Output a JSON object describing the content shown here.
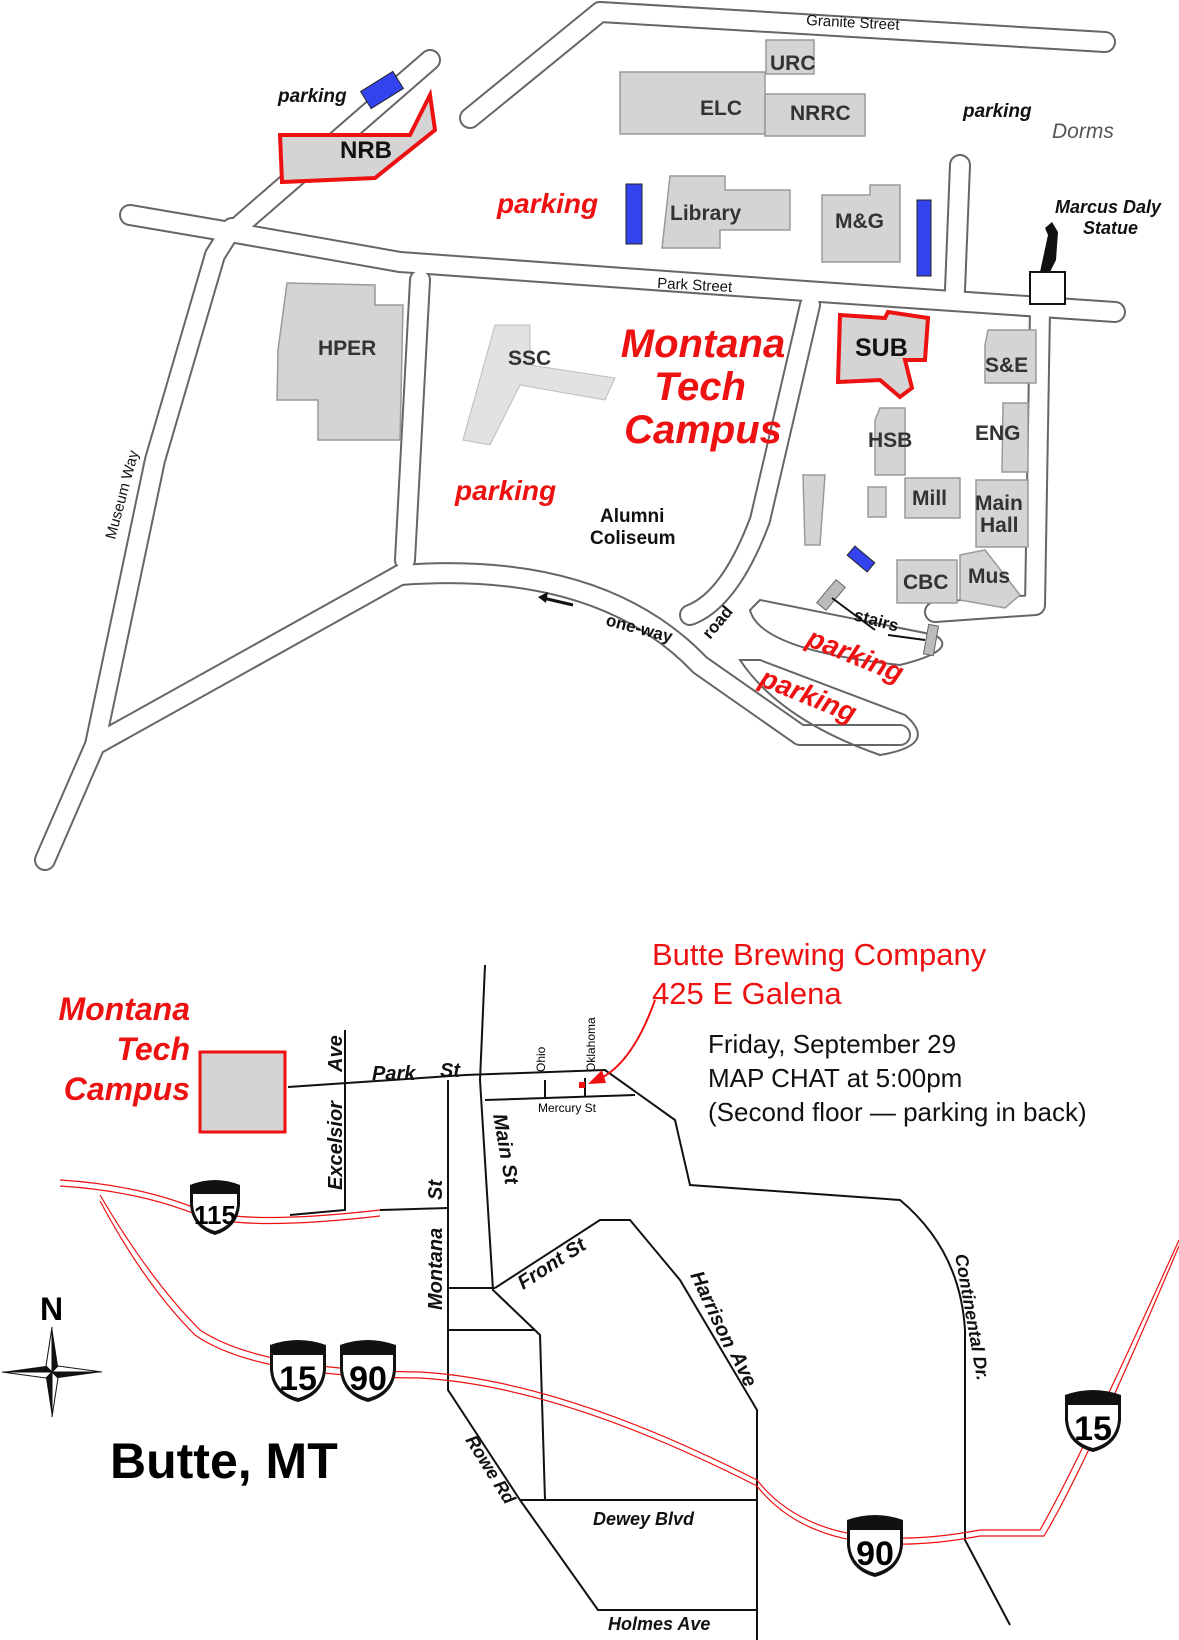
{
  "campus": {
    "streets": {
      "granite": "Granite Street",
      "park": "Park Street",
      "museum": "Museum Way",
      "oneway": "one-way",
      "road": "road",
      "stairs": "stairs"
    },
    "buildings": {
      "urc": "URC",
      "elc": "ELC",
      "nrrc": "NRRC",
      "nrb": "NRB",
      "library": "Library",
      "mg": "M&G",
      "hper": "HPER",
      "ssc": "SSC",
      "sub": "SUB",
      "se": "S&E",
      "hsb": "HSB",
      "eng": "ENG",
      "mill": "Mill",
      "main1": "Main",
      "main2": "Hall",
      "cbc": "CBC",
      "mus": "Mus",
      "alumni1": "Alumni",
      "alumni2": "Coliseum"
    },
    "parking": {
      "nrb": "parking",
      "dorms": "parking",
      "main": "parking",
      "coliseum": "parking",
      "lower1": "parking",
      "lower2": "parking"
    },
    "dorms": "Dorms",
    "statue1": "Marcus Daly",
    "statue2": "Statue",
    "title1": "Montana",
    "title2": "Tech",
    "title3": "Campus"
  },
  "city": {
    "campus1": "Montana",
    "campus2": "Tech",
    "campus3": "Campus",
    "venue1": "Butte Brewing Company",
    "venue2": "425 E Galena",
    "event1": "Friday, September 29",
    "event2": "MAP CHAT at 5:00pm",
    "event3": "(Second floor — parking in back)",
    "streets": {
      "park": "Park",
      "st": "St",
      "excelsior": "Excelsior",
      "ave": "Ave",
      "ohio": "Ohio",
      "oklahoma": "Oklahoma",
      "mercury": "Mercury St",
      "main": "Main St",
      "montana": "Montana",
      "mst": "St",
      "front": "Front St",
      "harrison": "Harrison",
      "have": "Ave",
      "continental": "Continental Dr.",
      "rowe": "Rowe Rd",
      "dewey": "Dewey Blvd",
      "holmes": "Holmes Ave"
    },
    "shields": {
      "i115": "115",
      "i15a": "15",
      "i90a": "90",
      "i15b": "15",
      "i90b": "90"
    },
    "north": "N",
    "place": "Butte, MT"
  },
  "colors": {
    "red": "#ee1111",
    "blue": "#3344ee",
    "building": "#d4d4d4"
  }
}
